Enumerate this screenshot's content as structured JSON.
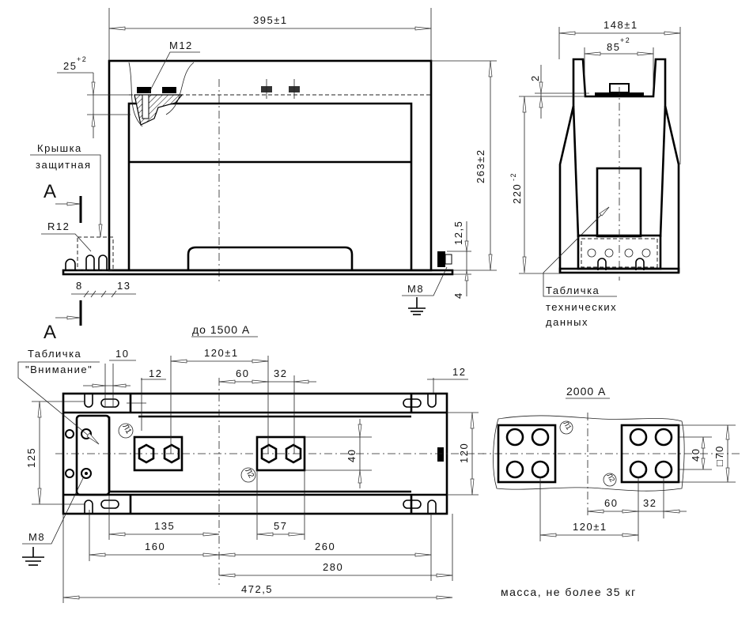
{
  "front_view": {
    "width_dim": "395±1",
    "bolt_label": "M12",
    "offset_dim": "25",
    "offset_tol": "+2",
    "cover_label_1": "Крышка",
    "cover_label_2": "защитная",
    "section_mark_top": "A",
    "section_mark_bottom": "A",
    "radius_label": "R12",
    "dim_8": "8",
    "dim_13": "13",
    "dim_12_5": "12,5",
    "height_dim": "263±2",
    "ground_bolt": "M8",
    "dim_4": "4"
  },
  "side_view": {
    "width_dim": "148±1",
    "inner_dim": "85",
    "inner_tol": "+2",
    "dim_2": "2",
    "height_dim": "220",
    "height_tol": "-2",
    "plate_label_1": "Табличка",
    "plate_label_2": "технических",
    "plate_label_3": "данных"
  },
  "plan_view": {
    "title": "до 1500 А",
    "warning_label_1": "Табличка",
    "warning_label_2": "\"Внимание\"",
    "dim_10": "10",
    "dim_120": "120±1",
    "dim_12_left": "12",
    "dim_60": "60",
    "dim_32": "32",
    "dim_12_right": "12",
    "dim_125": "125",
    "dim_40": "40",
    "dim_120_height": "120",
    "dim_135": "135",
    "dim_57": "57",
    "dim_160": "160",
    "dim_260": "260",
    "dim_280": "280",
    "dim_472_5": "472,5",
    "ground_bolt": "M8",
    "terminal_1": "Л1",
    "terminal_2": "Л2"
  },
  "detail_2000": {
    "title": "2000 А",
    "dim_40": "40",
    "dim_70": "□70",
    "dim_60": "60",
    "dim_32": "32",
    "dim_120": "120±1",
    "terminal_1": "Л1",
    "terminal_2": "Л2"
  },
  "mass_note": "масса, не более 35 кг"
}
